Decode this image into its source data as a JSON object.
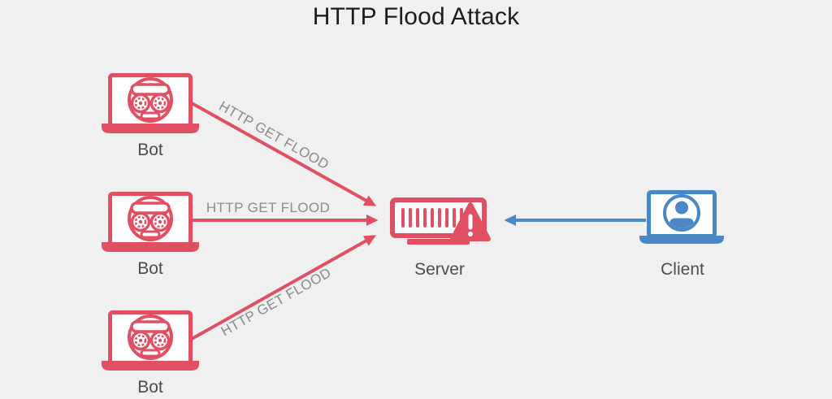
{
  "title": "HTTP Flood Attack",
  "colors": {
    "background": "#f0f0f0",
    "attack_red": "#e14f63",
    "client_blue": "#4a87c6",
    "title_text": "#1d1d1d",
    "node_label_text": "#4d4d4d",
    "edge_label_text": "#8b8b8b"
  },
  "nodes": {
    "bots": [
      {
        "id": "bot-1",
        "label": "Bot"
      },
      {
        "id": "bot-2",
        "label": "Bot"
      },
      {
        "id": "bot-3",
        "label": "Bot"
      }
    ],
    "server": {
      "id": "server",
      "label": "Server",
      "status_icon": "warning-triangle-icon"
    },
    "client": {
      "id": "client",
      "label": "Client"
    }
  },
  "edges": [
    {
      "from": "bot-1",
      "to": "server",
      "label": "HTTP GET FLOOD",
      "color": "#e14f63"
    },
    {
      "from": "bot-2",
      "to": "server",
      "label": "HTTP GET FLOOD",
      "color": "#e14f63"
    },
    {
      "from": "bot-3",
      "to": "server",
      "label": "HTTP GET FLOOD",
      "color": "#e14f63"
    },
    {
      "from": "client",
      "to": "server",
      "label": "",
      "color": "#4a87c6"
    }
  ]
}
